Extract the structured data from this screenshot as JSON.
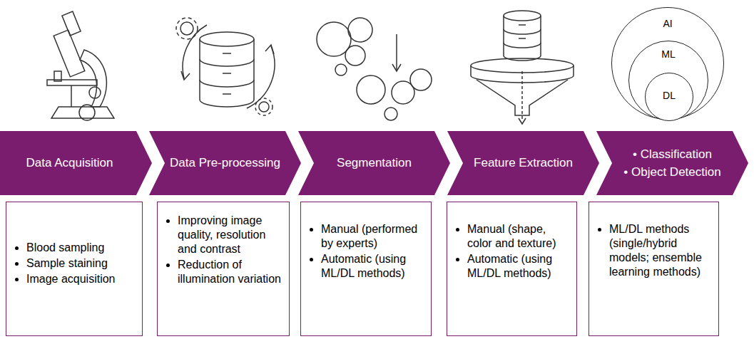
{
  "diagram": {
    "nodes": [
      {
        "text": [
          "Data Acquisition"
        ]
      },
      {
        "text": [
          "Data Pre-processing"
        ]
      },
      {
        "text": [
          "Segmentation"
        ]
      },
      {
        "text": [
          "Feature Extraction"
        ]
      },
      {
        "text": [
          "Classification",
          "Object Detection"
        ]
      },
      {
        "text": [
          "Blood sampling",
          "Sample staining",
          "Image acquisition"
        ]
      },
      {
        "text": [
          "Improving image quality, resolution and contrast",
          "Reduction of illumination variation"
        ]
      },
      {
        "text": [
          "Manual (performed by experts)",
          "Automatic (using ML/DL methods)"
        ]
      },
      {
        "text": [
          "Manual (shape, color and texture)",
          "Automatic (using ML/DL methods)"
        ]
      },
      {
        "text": [
          "ML/DL methods (single/hybrid models; ensemble learning methods)"
        ]
      },
      {
        "text": [
          "AI"
        ]
      },
      {
        "text": [
          "ML"
        ],
        "in": 10
      },
      {
        "text": [
          "DL"
        ],
        "in": 11
      }
    ]
  }
}
